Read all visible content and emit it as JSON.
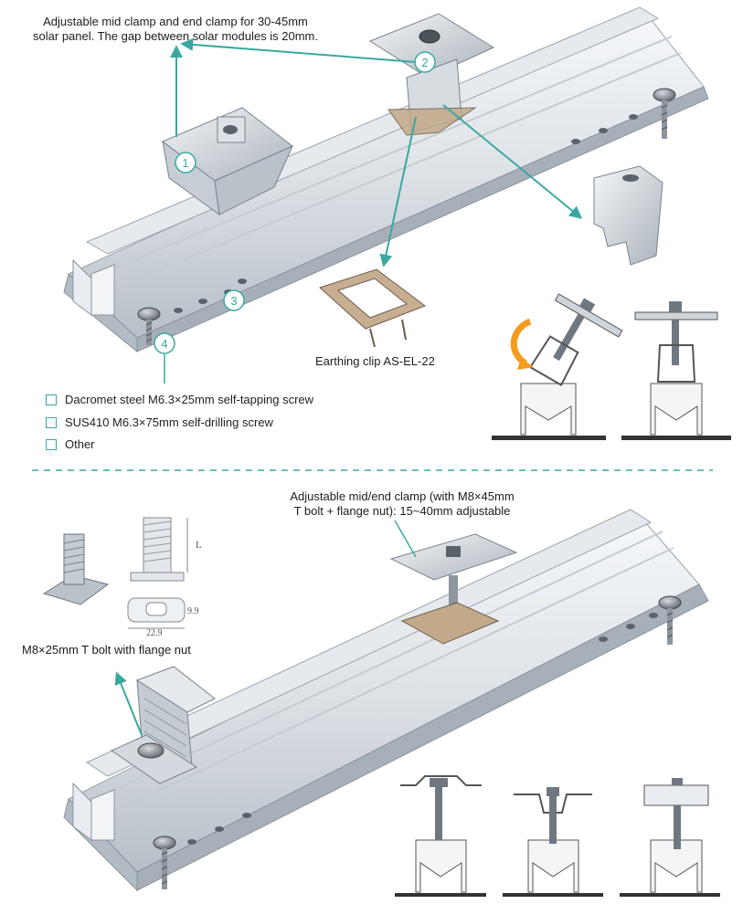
{
  "top": {
    "clamp_caption_line1": "Adjustable mid clamp and end clamp for 30-45mm",
    "clamp_caption_line2": "solar panel. The gap between solar modules is 20mm.",
    "earthing_label": "Earthing clip AS-EL-22",
    "callouts": [
      "1",
      "2",
      "3",
      "4"
    ],
    "screw_options": [
      "Dacromet steel M6.3×25mm self-tapping screw",
      "SUS410 M6.3×75mm self-drilling screw",
      "Other"
    ]
  },
  "bottom": {
    "clamp_caption_line1": "Adjustable mid/end clamp (with M8×45mm",
    "clamp_caption_line2": "T bolt + flange nut): 15~40mm adjustable",
    "tbolt_label": "M8×25mm T bolt with flange nut",
    "dim_length": "L",
    "dim_width": "22.9",
    "dim_height": "9.9"
  },
  "colors": {
    "teal": "#3aa8a0",
    "orange": "#f39c1f",
    "rail_light": "#eef1f4",
    "rail_mid": "#c9d0d7",
    "rail_dark": "#8a939c"
  }
}
